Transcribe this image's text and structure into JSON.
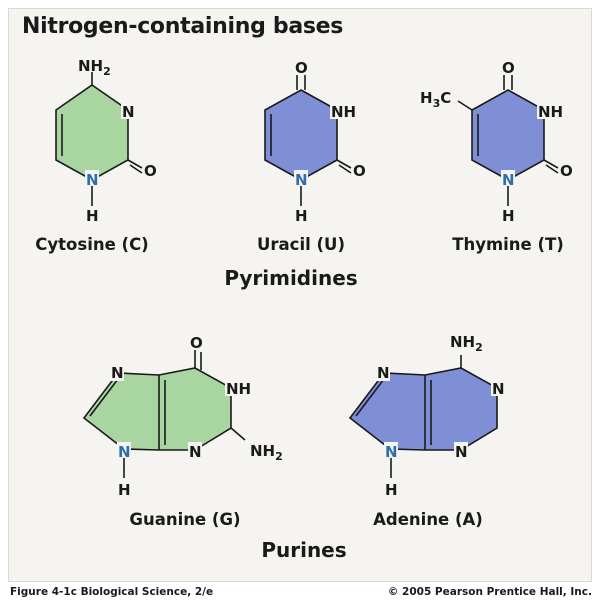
{
  "title": "Nitrogen-containing bases",
  "colors": {
    "pyrimidine_green": "#a8d5a0",
    "blue_ring": "#7f8fd6",
    "panel_bg": "#f6f4f1",
    "nitrogen_blue": "#2b6fb0"
  },
  "molecules": {
    "cytosine": {
      "name": "Cytosine (C)",
      "color": "#a8d5a0"
    },
    "uracil": {
      "name": "Uracil (U)",
      "color": "#7f8fd6"
    },
    "thymine": {
      "name": "Thymine (T)",
      "color": "#7f8fd6"
    },
    "guanine": {
      "name": "Guanine (G)",
      "color": "#a8d5a0"
    },
    "adenine": {
      "name": "Adenine (A)",
      "color": "#7f8fd6"
    }
  },
  "groups": {
    "pyrimidines": "Pyrimidines",
    "purines": "Purines"
  },
  "atoms": {
    "N": "N",
    "O": "O",
    "H": "H",
    "NH": "NH",
    "NH2_main": "NH",
    "NH2_sub": "2",
    "H3C_main": "H",
    "H3C_sub": "3",
    "H3C_tail": "C"
  },
  "footer": {
    "left": "Figure 4-1c   Biological Science, 2/e",
    "right": "© 2005 Pearson Prentice Hall, Inc."
  }
}
